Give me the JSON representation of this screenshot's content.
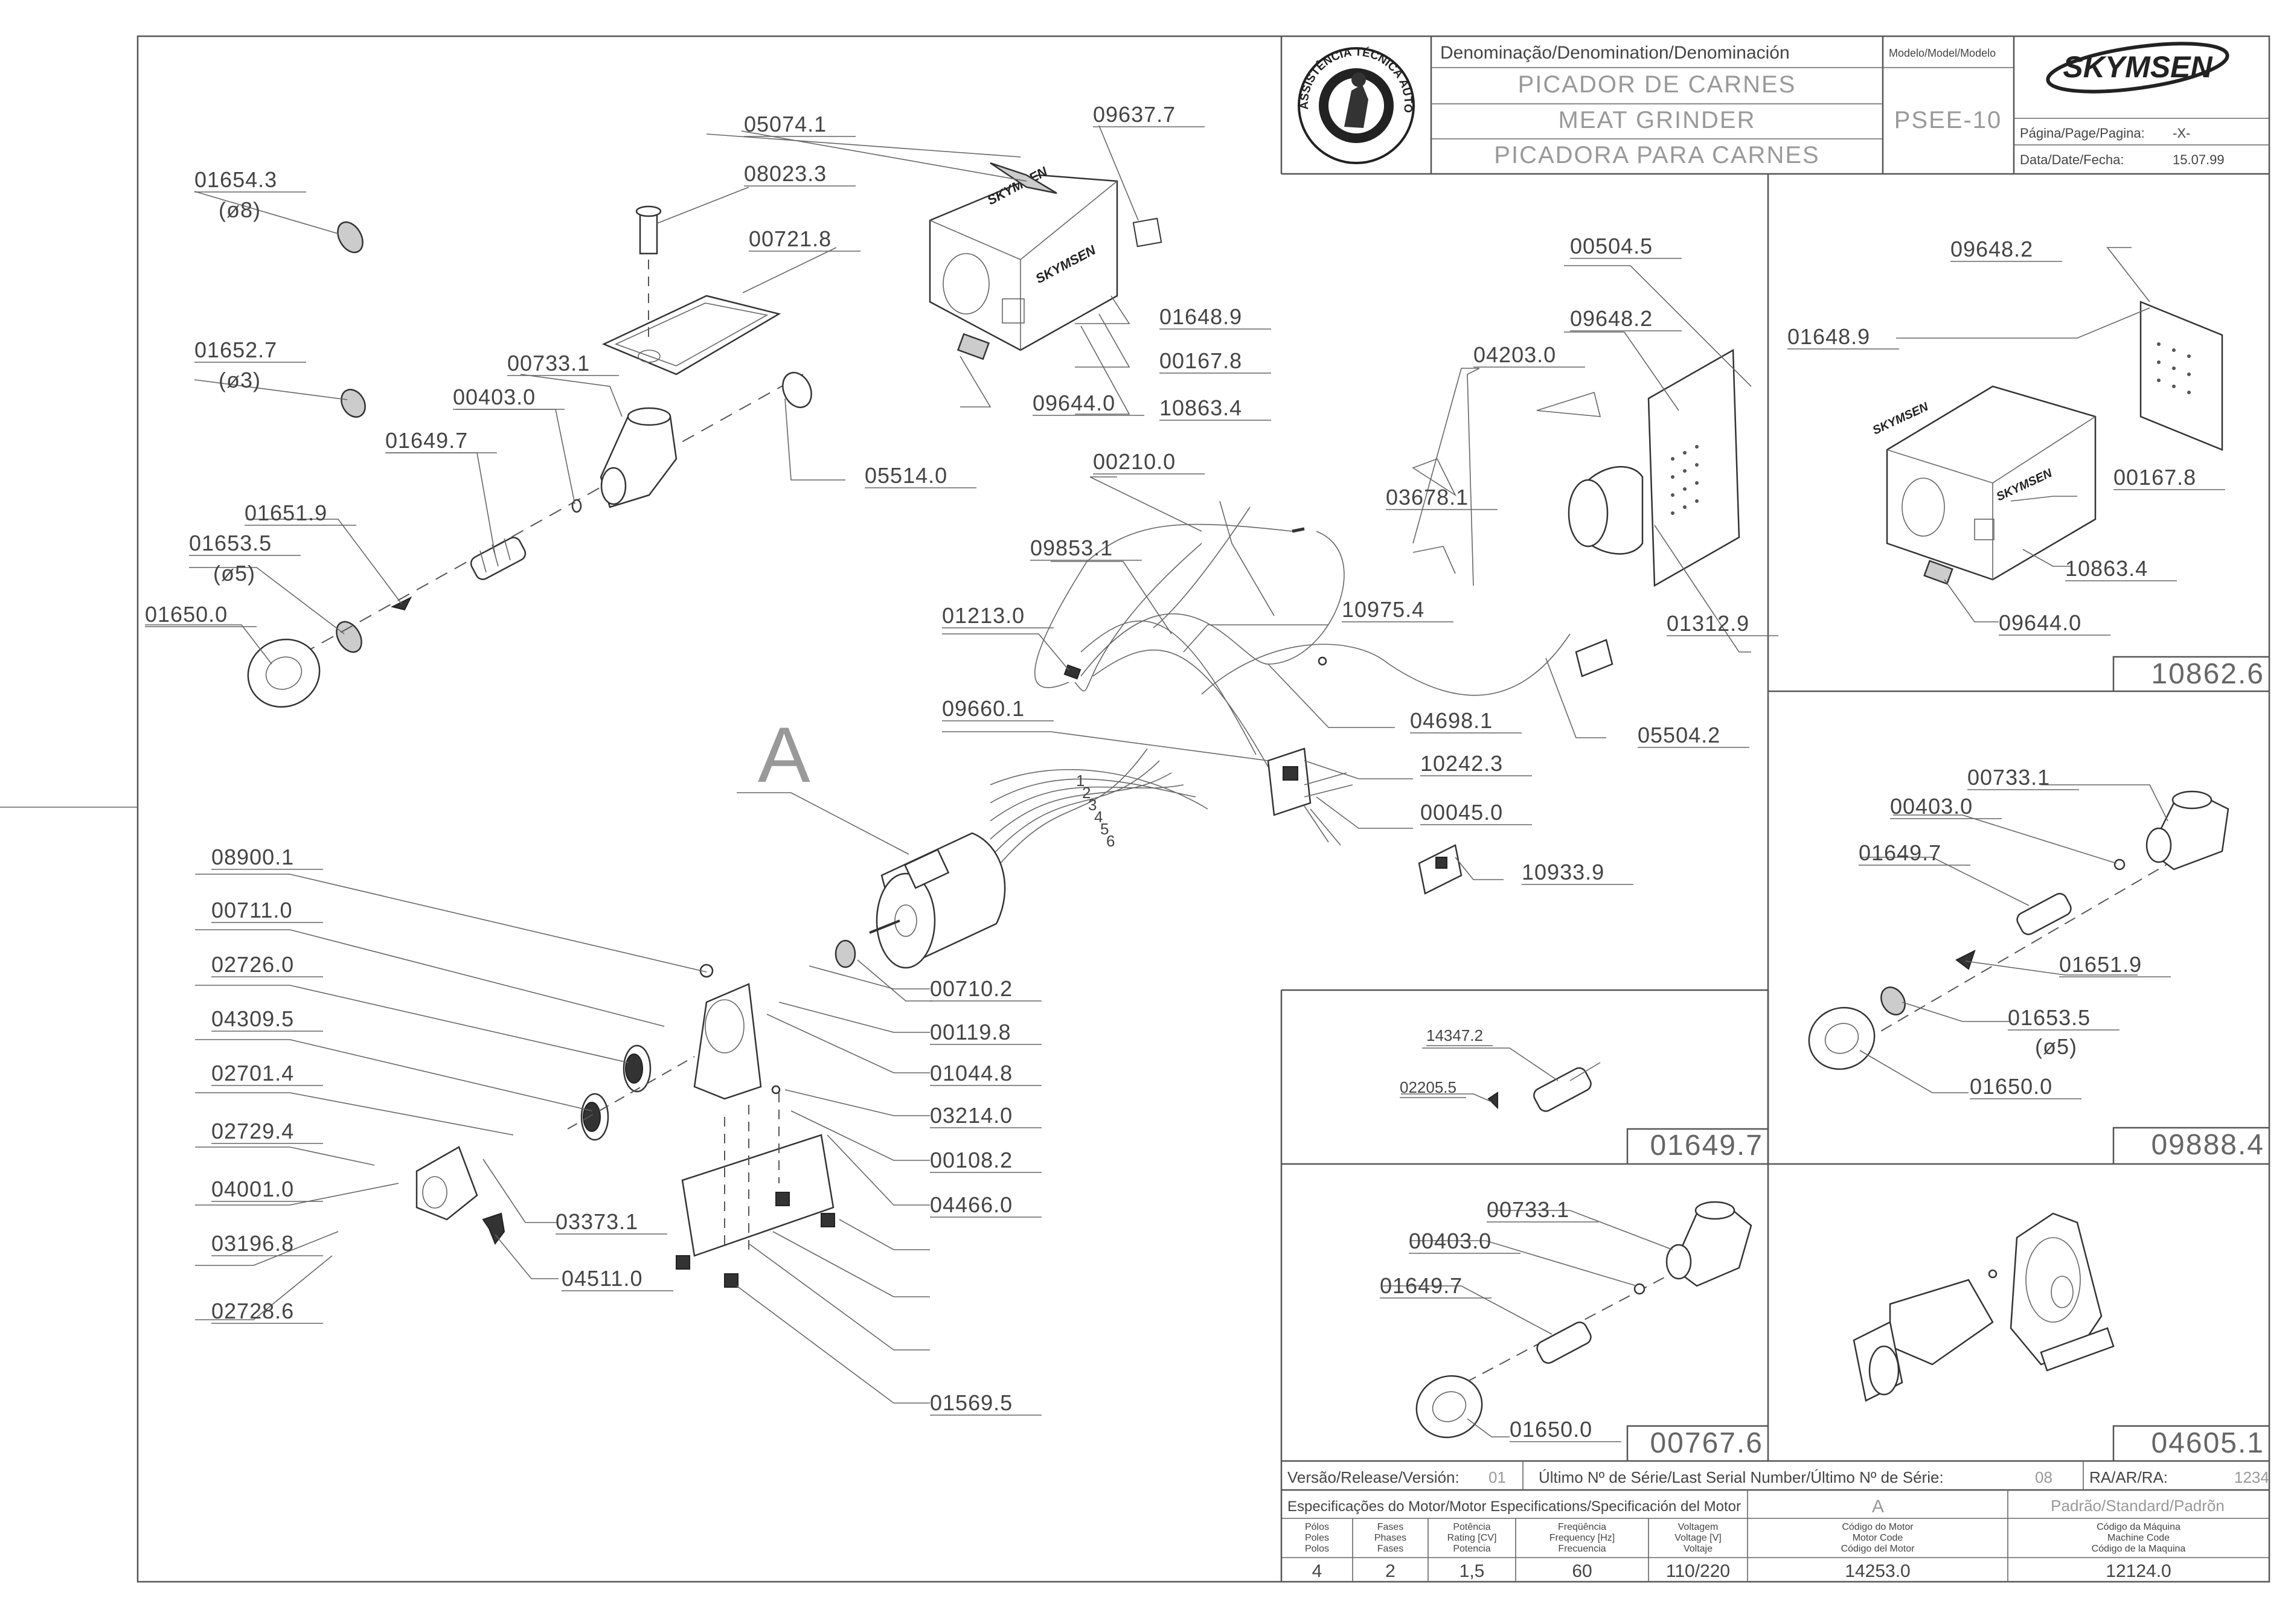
{
  "title_block": {
    "denomination_header": "Denominação/Denomination/Denominación",
    "names": [
      "PICADOR DE CARNES",
      "MEAT GRINDER",
      "PICADORA PARA CARNES"
    ],
    "model_header": "Modelo/Model/Modelo",
    "model": "PSEE-10",
    "brand": "SKYMSEN",
    "page_label": "Página/Page/Pagina:",
    "page_value": "-X-",
    "date_label": "Data/Date/Fecha:",
    "date_value": "15.07.99",
    "seal_text": "ASSISTÊNCIA TÉCNICA AUTORIZADA"
  },
  "main_labels": [
    {
      "id": "01654.3",
      "sub": "(ø8)"
    },
    {
      "id": "08023.3"
    },
    {
      "id": "05074.1"
    },
    {
      "id": "09637.7"
    },
    {
      "id": "00721.8"
    },
    {
      "id": "01652.7",
      "sub": "(ø3)"
    },
    {
      "id": "00733.1"
    },
    {
      "id": "00403.0"
    },
    {
      "id": "01649.7"
    },
    {
      "id": "01651.9"
    },
    {
      "id": "01653.5",
      "sub": "(ø5)"
    },
    {
      "id": "01650.0"
    },
    {
      "id": "05514.0"
    },
    {
      "id": "09644.0"
    },
    {
      "id": "01648.9"
    },
    {
      "id": "00167.8"
    },
    {
      "id": "10863.4"
    },
    {
      "id": "00210.0"
    },
    {
      "id": "03678.1"
    },
    {
      "id": "09853.1"
    },
    {
      "id": "01213.0"
    },
    {
      "id": "10975.4"
    },
    {
      "id": "04698.1"
    },
    {
      "id": "05504.2"
    },
    {
      "id": "00504.5"
    },
    {
      "id": "09648.2"
    },
    {
      "id": "04203.0"
    },
    {
      "id": "01312.9"
    },
    {
      "id": "09660.1"
    },
    {
      "id": "10242.3"
    },
    {
      "id": "00045.0"
    },
    {
      "id": "10933.9"
    },
    {
      "id": "08900.1"
    },
    {
      "id": "00711.0"
    },
    {
      "id": "02726.0"
    },
    {
      "id": "04309.5"
    },
    {
      "id": "02701.4"
    },
    {
      "id": "02729.4"
    },
    {
      "id": "04001.0"
    },
    {
      "id": "03196.8"
    },
    {
      "id": "02728.6"
    },
    {
      "id": "03373.1"
    },
    {
      "id": "04511.0"
    },
    {
      "id": "00710.2"
    },
    {
      "id": "00119.8"
    },
    {
      "id": "01044.8"
    },
    {
      "id": "03214.0"
    },
    {
      "id": "00108.2"
    },
    {
      "id": "04466.0"
    },
    {
      "id": "01569.5"
    }
  ],
  "motor_letter": "A",
  "wire_numbers": [
    "1",
    "2",
    "3",
    "4",
    "5",
    "6"
  ],
  "panels": {
    "cabinet": {
      "code": "10862.6",
      "labels": [
        "09648.2",
        "01648.9",
        "00167.8",
        "10863.4",
        "09644.0"
      ]
    },
    "grinder_set": {
      "code": "09888.4",
      "labels": [
        "00733.1",
        "00403.0",
        "01649.7",
        "01651.9",
        "01653.5",
        "(ø5)",
        "01650.0"
      ]
    },
    "worm": {
      "code": "01649.7",
      "labels": [
        "14347.2",
        "02205.5"
      ]
    },
    "grinder_small": {
      "code": "00767.6",
      "labels": [
        "00733.1",
        "00403.0",
        "01649.7",
        "01650.0"
      ]
    },
    "gearbox": {
      "code": "04605.1"
    }
  },
  "footer": {
    "version_label": "Versão/Release/Versión:",
    "version_value": "01",
    "serial_label": "Último Nº de Série/Last Serial Number/Último Nº de Série:",
    "serial_value": "08",
    "ra_label": "RA/AR/RA:",
    "ra_value": "1234",
    "motor_spec_label": "Especificações do Motor/Motor Especifications/Specificación del Motor",
    "motor_letter": "A",
    "standard_label": "Padrão/Standard/Padrõn",
    "columns": [
      {
        "head": [
          "Pólos",
          "Poles",
          "Polos"
        ],
        "value": "4"
      },
      {
        "head": [
          "Fases",
          "Phases",
          "Fases"
        ],
        "value": "2"
      },
      {
        "head": [
          "Potência",
          "Rating [CV]",
          "Potencia"
        ],
        "value": "1,5"
      },
      {
        "head": [
          "Freqüência",
          "Frequency [Hz]",
          "Frecuencia"
        ],
        "value": "60"
      },
      {
        "head": [
          "Voltagem",
          "Voltage [V]",
          "Voltaje"
        ],
        "value": "110/220"
      },
      {
        "head": [
          "Código do Motor",
          "Motor Code",
          "Código del Motor"
        ],
        "value": "14253.0"
      },
      {
        "head": [
          "Código da Máquina",
          "Machine Code",
          "Código de la Maquina"
        ],
        "value": "12124.0"
      }
    ]
  }
}
